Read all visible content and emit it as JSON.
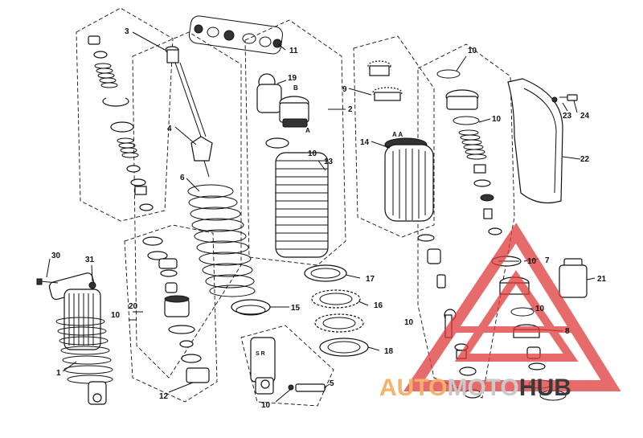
{
  "watermark": {
    "part1": "AUTO",
    "part2": "MOTO",
    "part3": "HUB",
    "triangle_color": "#e03a3a",
    "colors": {
      "auto": "#f6b26b",
      "moto": "#c9c9c9",
      "hub": "#3a3a3a"
    }
  },
  "callouts": [
    "1",
    "2",
    "3",
    "4",
    "5",
    "6",
    "7",
    "8",
    "9",
    "10",
    "11",
    "12",
    "13",
    "14",
    "15",
    "16",
    "17",
    "18",
    "19",
    "20",
    "21",
    "22",
    "23",
    "24",
    "30",
    "31"
  ],
  "small_marks": {
    "A": "A",
    "B": "B",
    "AA": "A A",
    "SR": "S R"
  }
}
